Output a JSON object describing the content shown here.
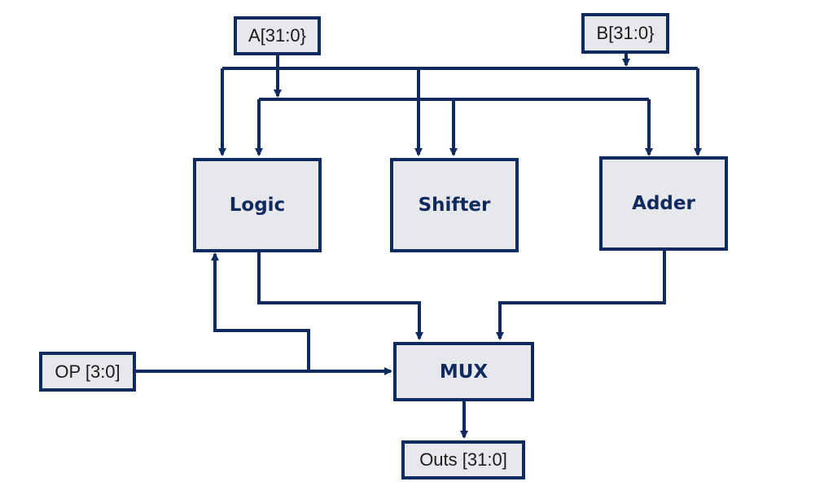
{
  "inputs": {
    "a": "A[31:0}",
    "b": "B[31:0}",
    "op": "OP [3:0]"
  },
  "blocks": {
    "logic": "Logic",
    "shifter": "Shifter",
    "adder": "Adder",
    "mux": "MUX"
  },
  "outputs": {
    "outs": "Outs [31:0]"
  },
  "colors": {
    "wire": "#0e2a5f",
    "box_fill": "#e7e8eb"
  }
}
